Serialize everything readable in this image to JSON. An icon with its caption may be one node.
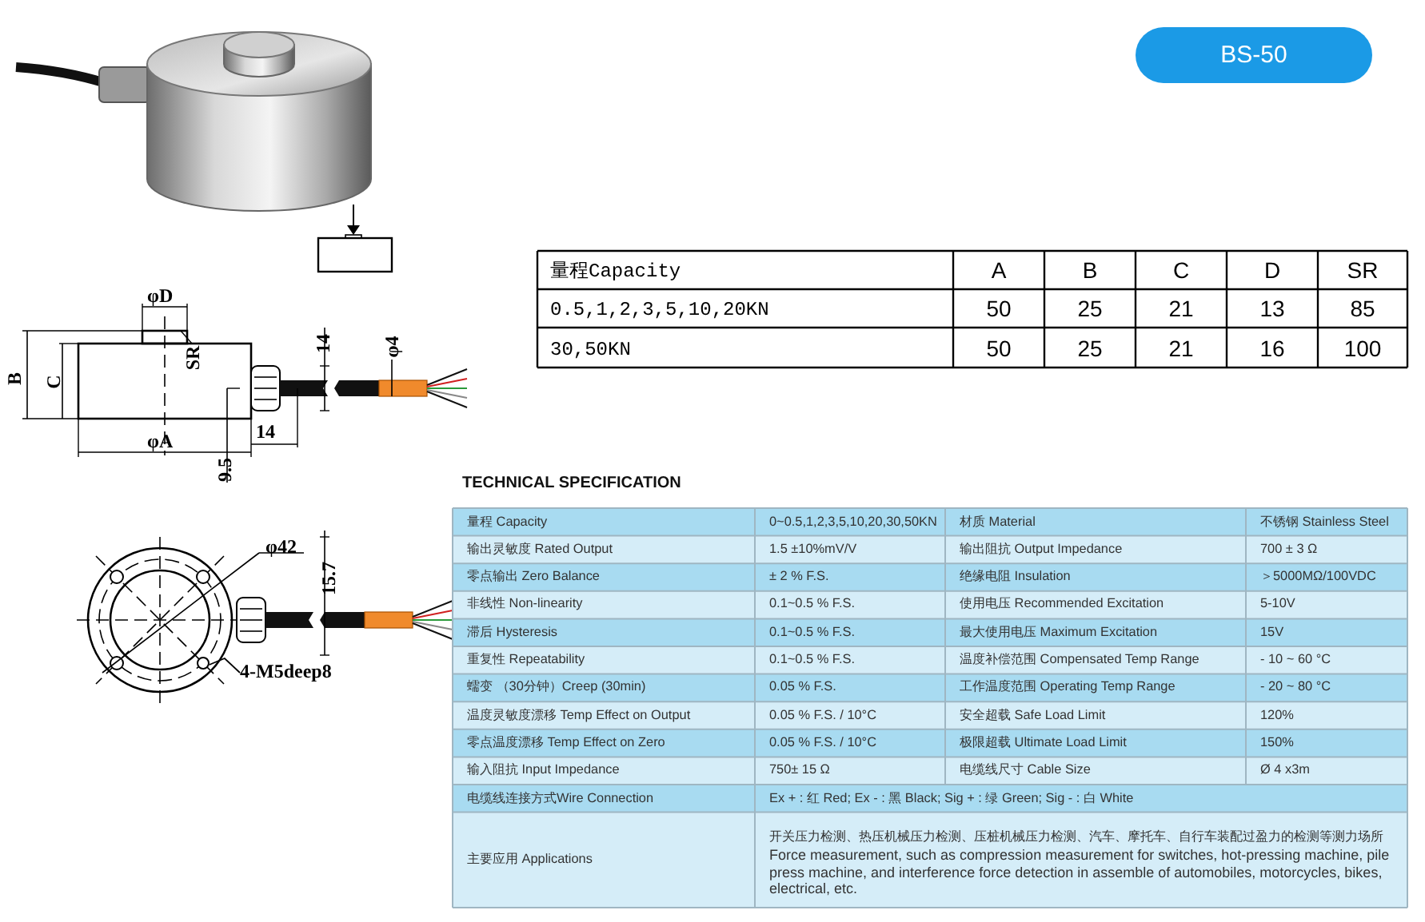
{
  "diagram": {
    "nodes": [
      {
        "text": [
          "BS-50"
        ]
      },
      {
        "text": [
          "4-M5deep8"
        ]
      },
      {
        "text": [],
        "shape": "circle"
      }
    ],
    "edges": [
      {
        "from": 1,
        "to": 2,
        "arrow": "none"
      }
    ],
    "labels": [
      "φD",
      "SR",
      "B",
      "C",
      "14",
      "φ4",
      "φA",
      "9.5",
      "14",
      "φ42",
      "15.7",
      "量程Capacity",
      "A",
      "B",
      "C",
      "D",
      "SR",
      "0.5,1,2,3,5,10,20KN",
      "50",
      "25",
      "21",
      "13",
      "85",
      "30,50KN",
      "50",
      "25",
      "21",
      "16",
      "100",
      "TECHNICAL SPECIFICATION",
      "量程 Capacity",
      "0~0.5,1,2,3,5,10,20,30,50KN",
      "材质 Material",
      "不锈钢 Stainless Steel",
      "输出灵敏度 Rated Output",
      "1.5 ±10%mV/V",
      "输出阻抗 Output Impedance",
      "700 ± 3 Ω",
      "零点输出 Zero Balance",
      "± 2 % F.S.",
      "绝缘电阻 Insulation",
      "＞5000MΩ/100VDC",
      "非线性 Non-linearity",
      "0.1~0.5 % F.S.",
      "使用电压 Recommended Excitation",
      "5-10V",
      "滞后 Hysteresis",
      "0.1~0.5 % F.S.",
      "最大使用电压 Maximum Excitation",
      "15V",
      "重复性 Repeatability",
      "0.1~0.5 % F.S.",
      "温度补偿范围 Compensated Temp Range",
      "- 10 ~ 60 °C",
      "蠕变 （30分钟）Creep (30min)",
      "0.05 % F.S.",
      "工作温度范围 Operating Temp Range",
      "- 20 ~ 80 °C",
      "温度灵敏度漂移 Temp Effect on Output",
      "0.05 % F.S. / 10°C",
      "安全超载 Safe Load Limit",
      "120%",
      "零点温度漂移 Temp Effect on Zero",
      "0.05 % F.S. / 10°C",
      "极限超载 Ultimate Load Limit",
      "150%",
      "输入阻抗 Input Impedance",
      "750± 15 Ω",
      "电缆线尺寸 Cable Size",
      "Ø 4 x3m",
      "电缆线连接方式Wire Connection",
      "Ex + : 红 Red; Ex - : 黑 Black; Sig + : 绿 Green; Sig - : 白 White",
      "主要应用 Applications",
      "开关压力检测、热压机械压力检测、压桩机械压力检测、汽车、摩托车、自行车装配过盈力的检测等测力场所",
      "Force measurement, such as compression measurement for switches, hot-pressing machine, pile press machine, and interference force detection in assemble of automobiles, motorcycles, bikes, electrical, etc."
    ]
  }
}
